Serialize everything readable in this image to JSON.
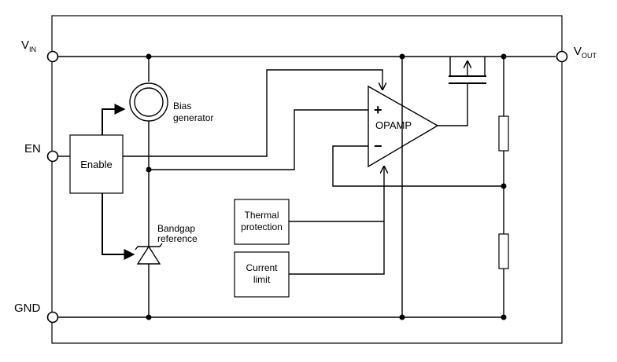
{
  "pins": {
    "vin": {
      "main": "V",
      "sub": "IN"
    },
    "vout": {
      "main": "V",
      "sub": "OUT"
    },
    "en": "EN",
    "gnd": "GND"
  },
  "blocks": {
    "enable": "Enable",
    "bias": [
      "Bias",
      "generator"
    ],
    "bandgap": [
      "Bandgap",
      "reference"
    ],
    "opamp": "OPAMP",
    "thermal": [
      "Thermal",
      "protection"
    ],
    "current": [
      "Current",
      "limit"
    ]
  },
  "opamp_inputs": {
    "plus": "+",
    "minus": "−"
  }
}
